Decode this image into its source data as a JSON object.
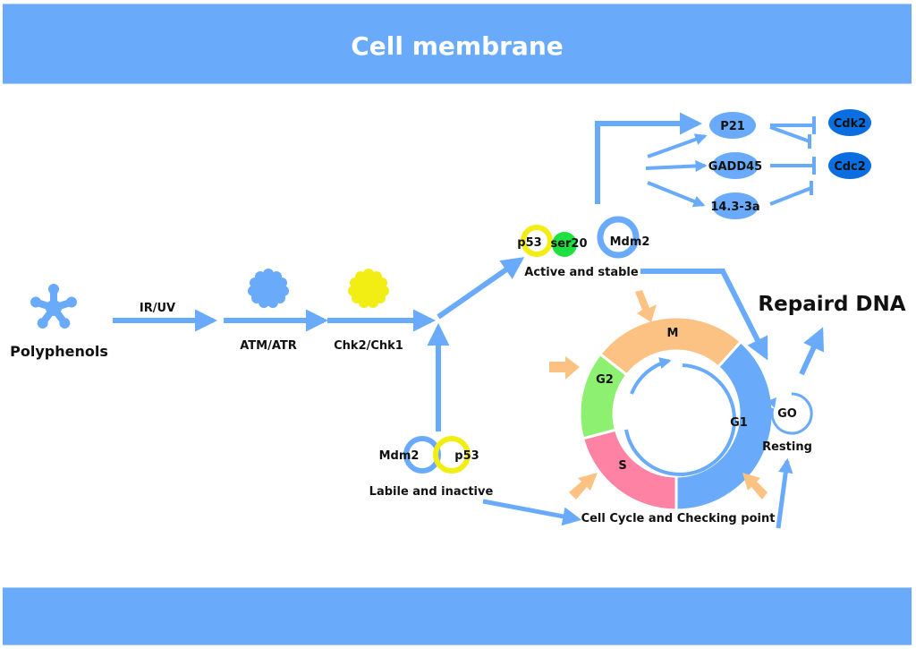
{
  "header": {
    "title": "Cell membrane"
  },
  "colors": {
    "band": "#69abfa",
    "arrow": "#69abfa",
    "protein_light": "#69abfa",
    "protein_dark": "#0a6ee0",
    "p53": "#f2ee14",
    "ser20": "#1ee040",
    "phase_M": "#fcc283",
    "phase_G1": "#69abfa",
    "phase_S": "#fd82a3",
    "phase_G2": "#8ef071",
    "checkpoint_arrow": "#fcc283"
  },
  "nodes": {
    "polyphenols": "Polyphenols",
    "ir_uv": "IR/UV",
    "atm_atr": "ATM/ATR",
    "chk": "Chk2/Chk1",
    "active_complex": {
      "p53": "p53",
      "ser20": "ser20",
      "mdm2": "Mdm2",
      "caption": "Active and stable"
    },
    "inactive_complex": {
      "mdm2": "Mdm2",
      "p53": "p53",
      "caption": "Labile and inactive"
    },
    "targets": [
      "P21",
      "GADD45",
      "14.3-3a"
    ],
    "inhibited": [
      "Cdk2",
      "Cdc2"
    ],
    "repaired": "Repaird DNA",
    "g0": {
      "label": "GO",
      "caption": "Resting"
    },
    "cell_cycle_caption": "Cell Cycle and Checking point"
  },
  "cell_cycle": {
    "phases": [
      {
        "name": "M"
      },
      {
        "name": "G1"
      },
      {
        "name": "S"
      },
      {
        "name": "G2"
      }
    ]
  }
}
